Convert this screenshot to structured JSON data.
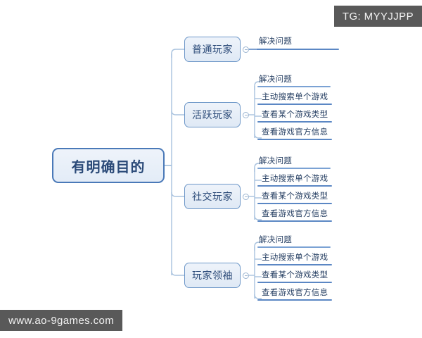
{
  "canvas": {
    "background": "#ffffff",
    "line_color": "#8fb0d4",
    "node_border": "#6d97c8",
    "node_fill": "#e7eff8",
    "text_color": "#2b4a78",
    "leaf_rule_color": "#5b87c4"
  },
  "root": {
    "label": "有明确目的"
  },
  "branches": [
    {
      "label": "普通玩家",
      "leaves": [
        "解决问题"
      ]
    },
    {
      "label": "活跃玩家",
      "leaves": [
        "解决问题",
        "主动搜索单个游戏",
        "查看某个游戏类型",
        "查看游戏官方信息"
      ]
    },
    {
      "label": "社交玩家",
      "leaves": [
        "解决问题",
        "主动搜索单个游戏",
        "查看某个游戏类型",
        "查看游戏官方信息"
      ]
    },
    {
      "label": "玩家领袖",
      "leaves": [
        "解决问题",
        "主动搜索单个游戏",
        "查看某个游戏类型",
        "查看游戏官方信息"
      ]
    }
  ],
  "handles": {
    "icon": "collapse-toggle-icon",
    "state": "expanded"
  },
  "watermarks": {
    "telegram": "TG: MYYJJPP",
    "website": "www.ao-9games.com"
  }
}
